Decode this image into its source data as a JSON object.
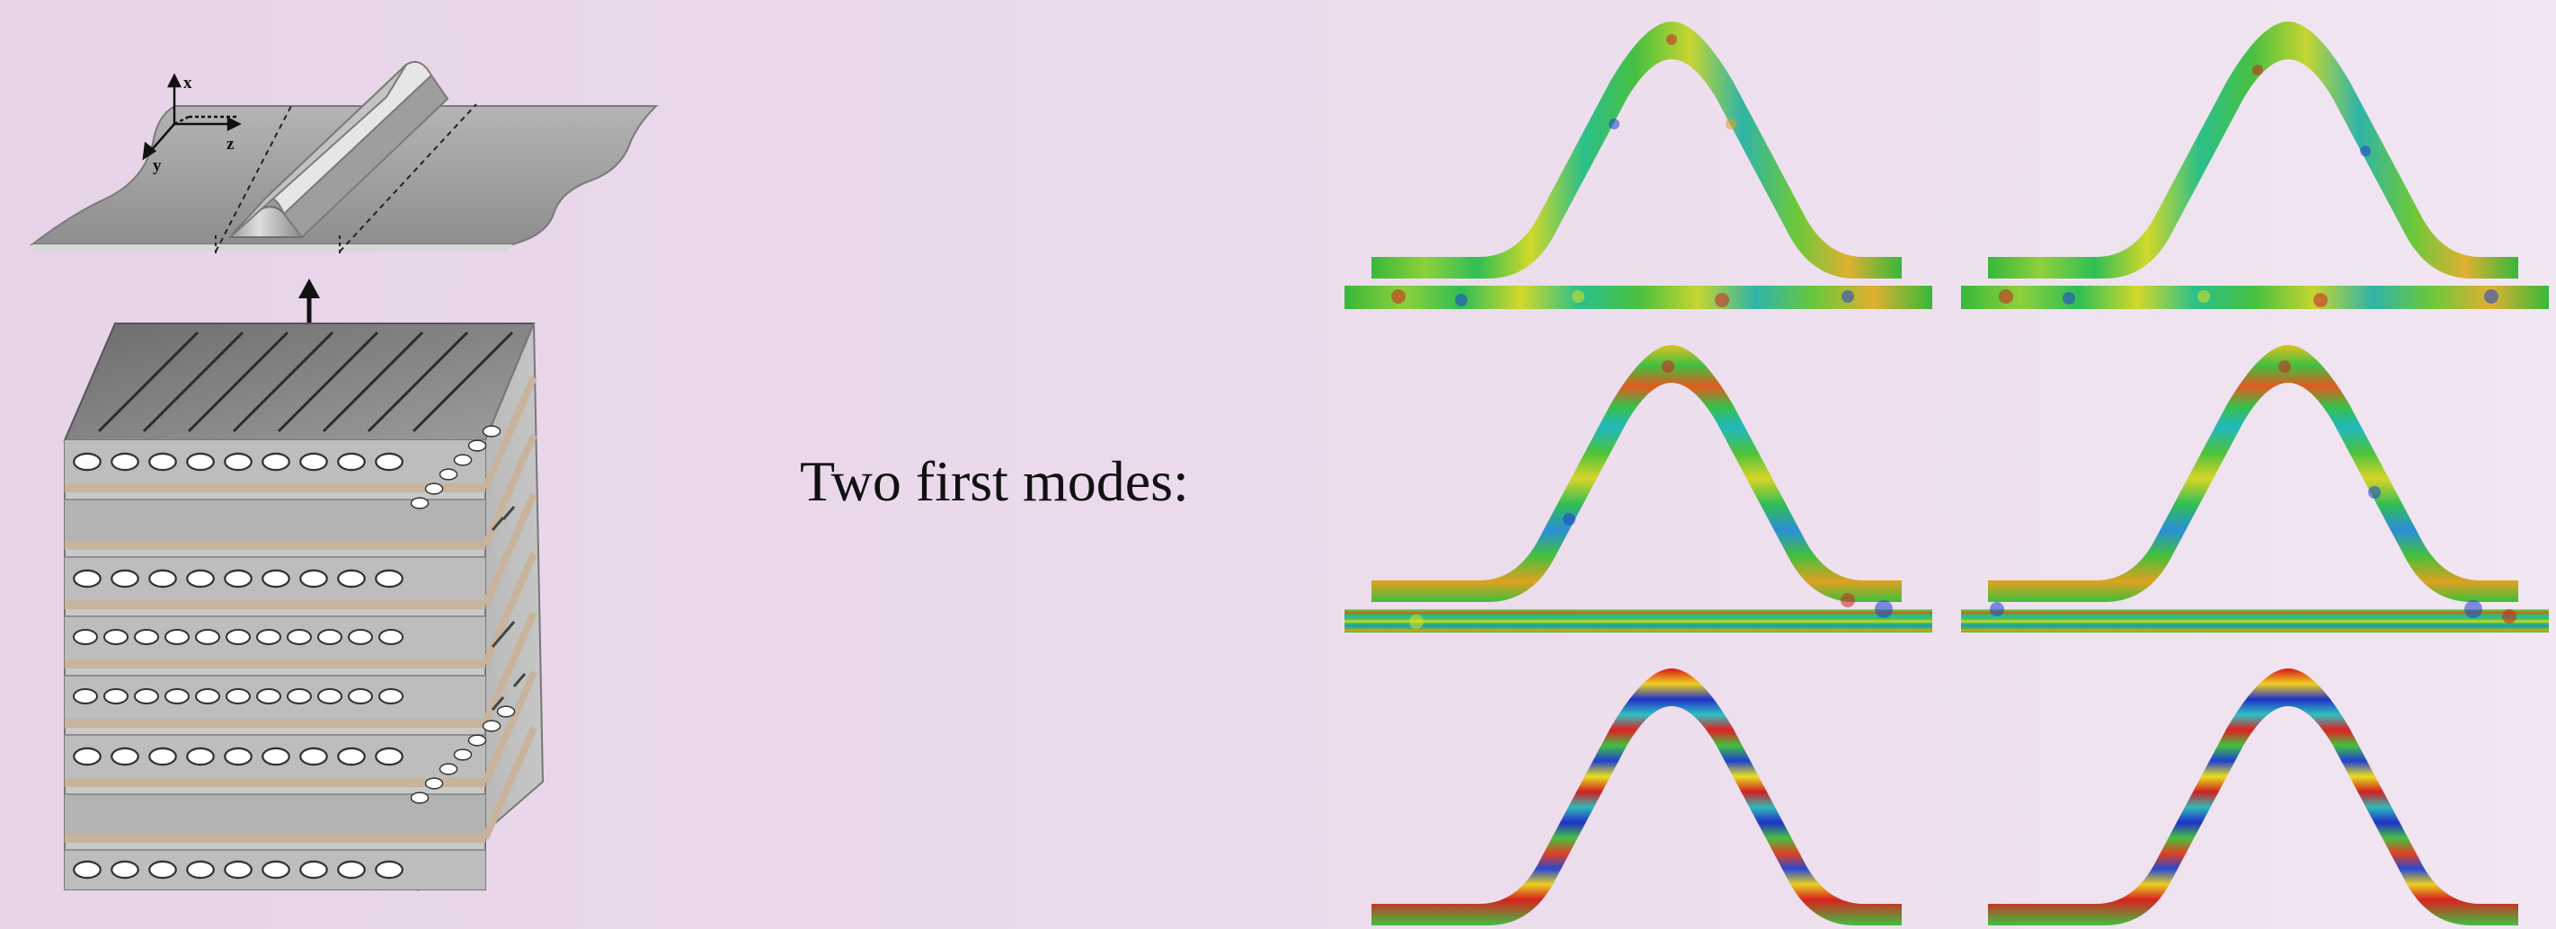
{
  "caption": "Two first modes:",
  "axes": {
    "x": "x",
    "y": "y",
    "z": "z"
  },
  "mode_panels": [
    {
      "row": 1,
      "col": 1,
      "pattern": "low-amplitude"
    },
    {
      "row": 1,
      "col": 2,
      "pattern": "low-amplitude"
    },
    {
      "row": 2,
      "col": 1,
      "pattern": "medium-amplitude"
    },
    {
      "row": 2,
      "col": 2,
      "pattern": "medium-amplitude"
    },
    {
      "row": 3,
      "col": 1,
      "pattern": "high-amplitude"
    },
    {
      "row": 3,
      "col": 2,
      "pattern": "high-amplitude"
    }
  ],
  "colors": {
    "background": "#ecdcec",
    "panel_gray": "#9a9a9a",
    "field_green": "#3fbf3f",
    "field_red": "#e02020",
    "field_blue": "#2040d0",
    "field_yellow": "#e0e020",
    "field_cyan": "#20c0c0"
  }
}
